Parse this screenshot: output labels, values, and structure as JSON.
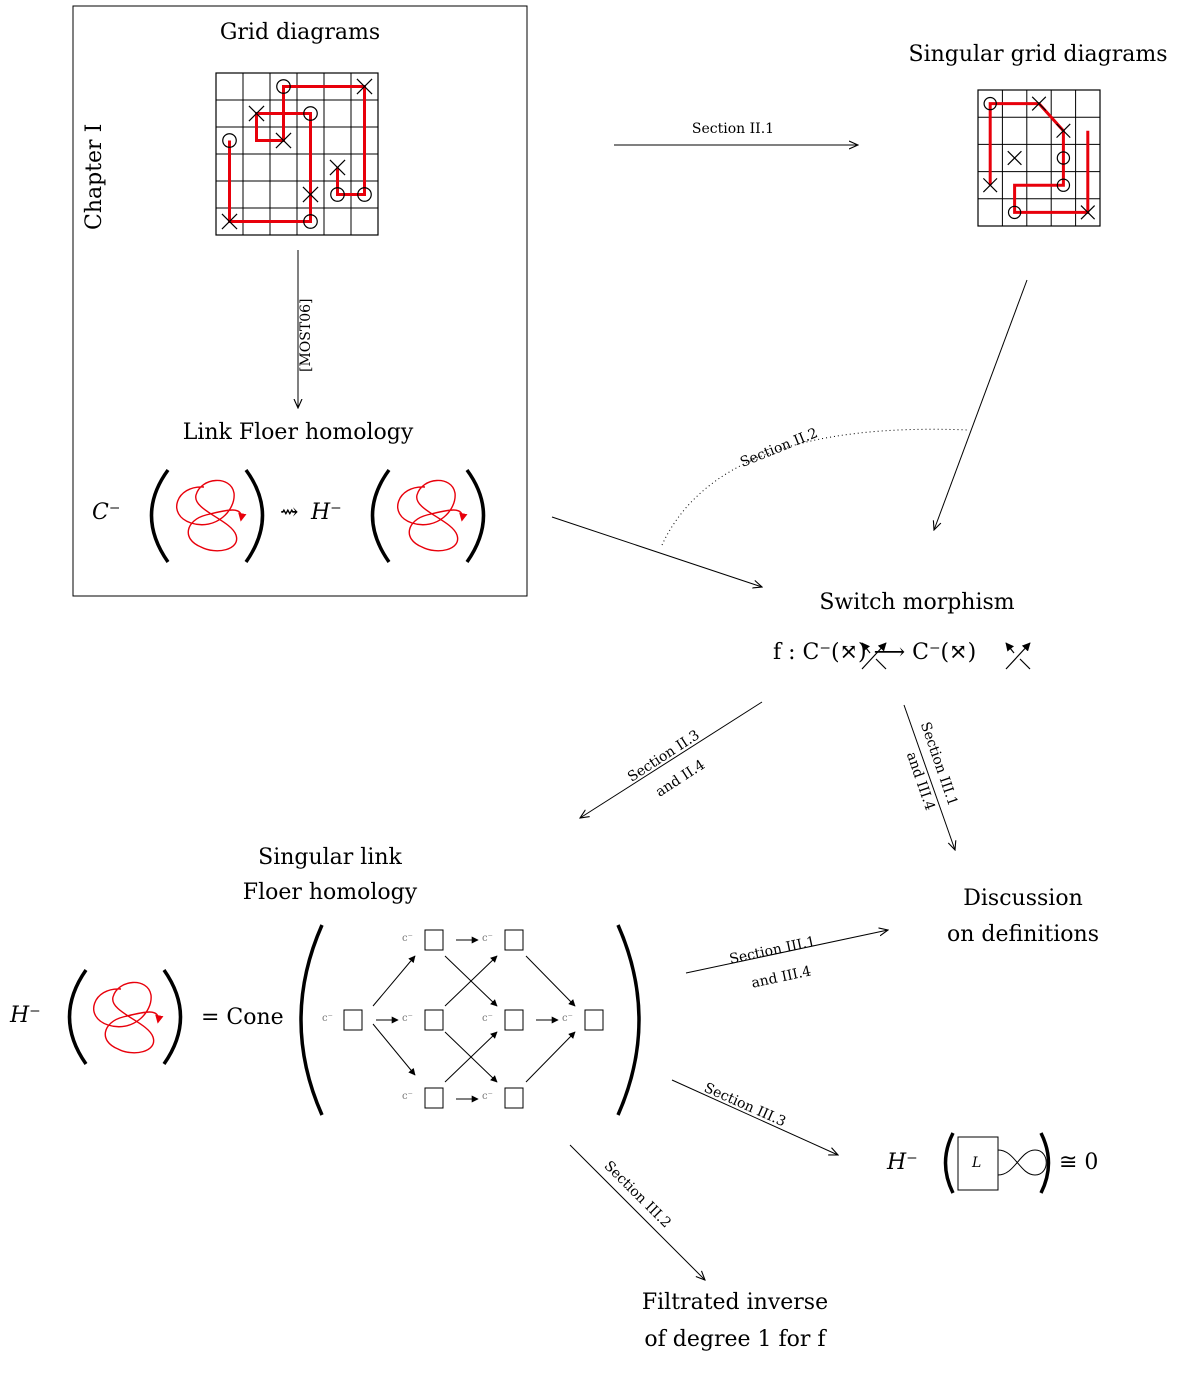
{
  "chapter_label": "Chapter I",
  "nodes": {
    "grid": "Grid diagrams",
    "singular_grid": "Singular grid diagrams",
    "link_floer": "Link Floer homology",
    "switch": "Switch morphism",
    "switch_formula": "f : C⁻(⤧) ⟶ C⁻(⤧)",
    "singular_link_1": "Singular link",
    "singular_link_2": "Floer homology",
    "discussion_1": "Discussion",
    "discussion_2": "on definitions",
    "filtrated_1": "Filtrated inverse",
    "filtrated_2": "of degree 1 for f"
  },
  "formulas": {
    "c_minus": "C⁻",
    "h_minus": "H⁻",
    "squiggle": "⇝",
    "eq_cone": "= Cone",
    "iso_zero": "≅ 0",
    "box_L": "L",
    "mini_c": "c⁻"
  },
  "edges": {
    "most06": "[MOST06]",
    "s_ii1": "Section II.1",
    "s_ii2": "Section II.2",
    "s_ii3_a": "Section II.3",
    "s_ii3_b": "and II.4",
    "s_iii1_a": "Section III.1",
    "s_iii1_b": "and III.4",
    "s_iii1b_a": "Section III.1",
    "s_iii1b_b": "and III.4",
    "s_iii3": "Section III.3",
    "s_iii2": "Section III.2"
  },
  "colors": {
    "knot": "#e8000b",
    "line": "#000000"
  }
}
